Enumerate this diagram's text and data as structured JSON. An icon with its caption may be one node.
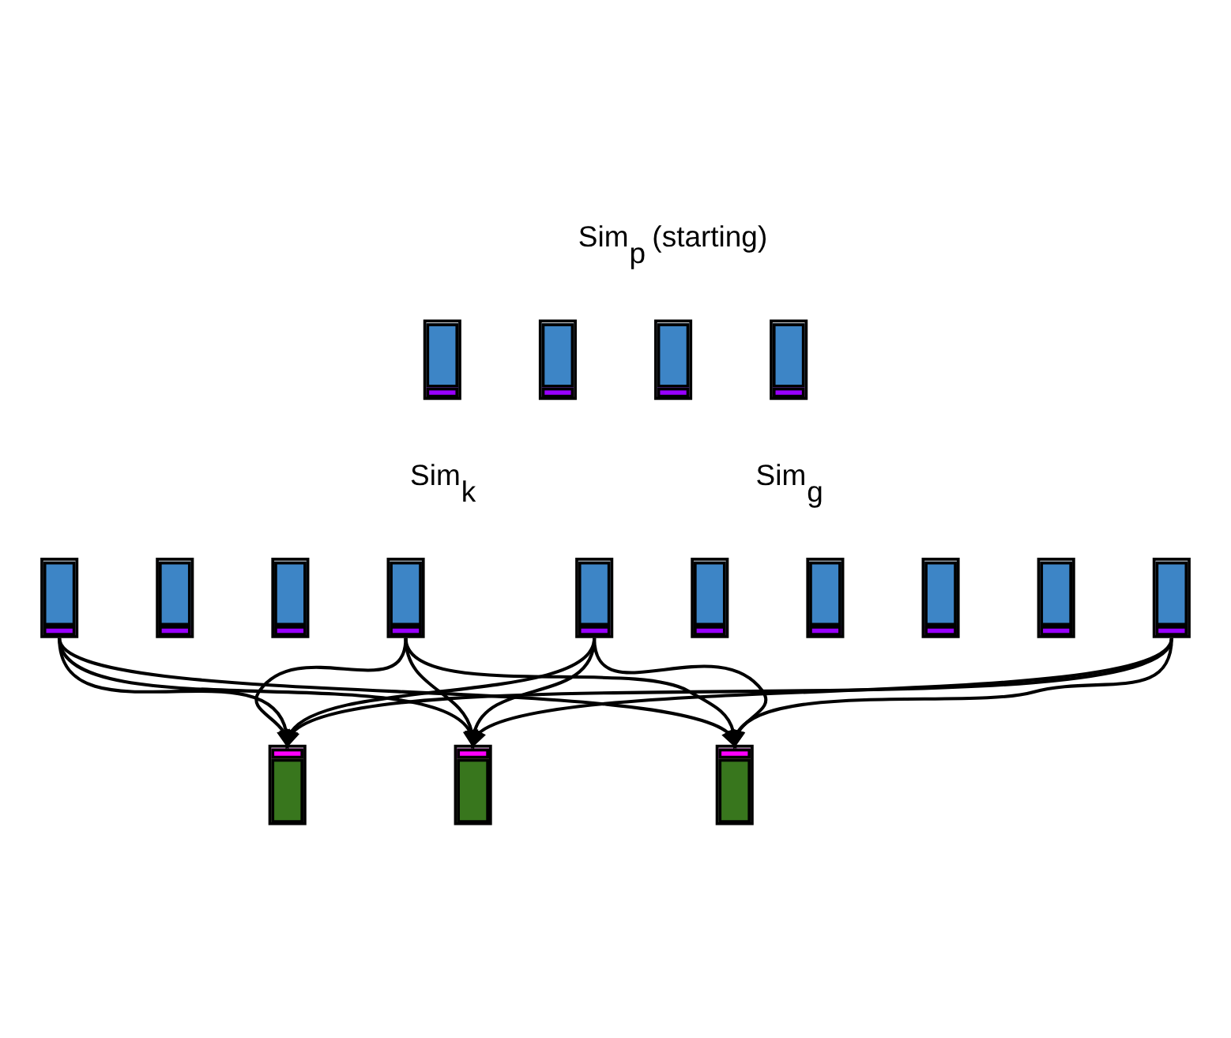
{
  "diagram": {
    "nodes": [
      {
        "text": [],
        "shape": "bar"
      },
      {
        "text": [],
        "shape": "bar"
      },
      {
        "text": [],
        "shape": "bar"
      },
      {
        "text": [],
        "shape": "bar"
      },
      {
        "text": [],
        "shape": "bar"
      },
      {
        "text": [],
        "shape": "bar"
      },
      {
        "text": [],
        "shape": "bar"
      },
      {
        "text": [],
        "shape": "bar"
      },
      {
        "text": [],
        "shape": "bar"
      },
      {
        "text": [],
        "shape": "bar"
      },
      {
        "text": [],
        "shape": "bar"
      },
      {
        "text": [],
        "shape": "bar"
      },
      {
        "text": [],
        "shape": "bar"
      },
      {
        "text": [],
        "shape": "bar"
      },
      {
        "text": [],
        "shape": "bar"
      },
      {
        "text": [],
        "shape": "bar"
      },
      {
        "text": [],
        "shape": "bar"
      }
    ],
    "edges": [
      {
        "from": 4,
        "to": 14,
        "arrow": "to"
      },
      {
        "from": 4,
        "to": 15,
        "arrow": "to"
      },
      {
        "from": 4,
        "to": 16,
        "arrow": "to"
      },
      {
        "from": 7,
        "to": 14,
        "arrow": "to"
      },
      {
        "from": 7,
        "to": 15,
        "arrow": "to"
      },
      {
        "from": 7,
        "to": 16,
        "arrow": "to"
      },
      {
        "from": 8,
        "to": 14,
        "arrow": "to"
      },
      {
        "from": 8,
        "to": 15,
        "arrow": "to"
      },
      {
        "from": 8,
        "to": 16,
        "arrow": "to"
      },
      {
        "from": 13,
        "to": 14,
        "arrow": "to"
      },
      {
        "from": 13,
        "to": 15,
        "arrow": "to"
      },
      {
        "from": 13,
        "to": 16,
        "arrow": "to"
      }
    ],
    "labels": [
      "Sim$_{p}$ (starting)",
      "Sim$_{g}$",
      "Sim$_{k}$"
    ]
  }
}
